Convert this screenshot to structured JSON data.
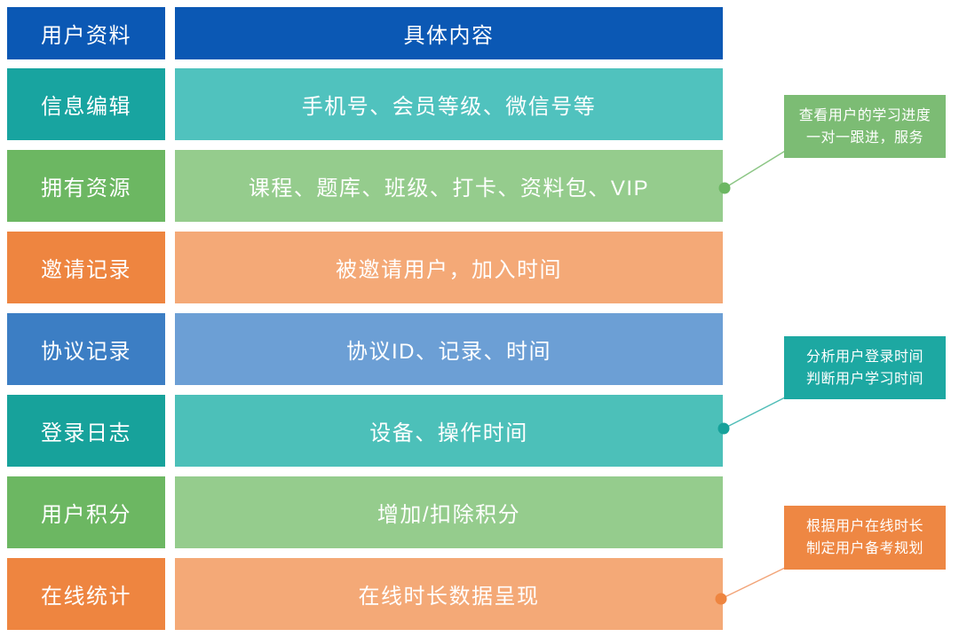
{
  "table": {
    "header": {
      "label": "用户资料",
      "content": "具体内容",
      "label_color": "#0b58b4",
      "content_color": "#0b58b4"
    },
    "rows": [
      {
        "label": "信息编辑",
        "content": "手机号、会员等级、微信号等",
        "label_color": "#18a4a0",
        "content_color": "#50c2be"
      },
      {
        "label": "拥有资源",
        "content": "课程、题库、班级、打卡、资料包、VIP",
        "label_color": "#6cb762",
        "content_color": "#95cc8d"
      },
      {
        "label": "邀请记录",
        "content": "被邀请用户，加入时间",
        "label_color": "#ee8540",
        "content_color": "#f4a977"
      },
      {
        "label": "协议记录",
        "content": "协议ID、记录、时间",
        "label_color": "#3c7ec4",
        "content_color": "#6c9fd5"
      },
      {
        "label": "登录日志",
        "content": "设备、操作时间",
        "label_color": "#17a29b",
        "content_color": "#4cc0b9"
      },
      {
        "label": "用户积分",
        "content": "增加/扣除积分",
        "label_color": "#6cb762",
        "content_color": "#95cc8d"
      },
      {
        "label": "在线统计",
        "content": "在线时长数据呈现",
        "label_color": "#ee8540",
        "content_color": "#f4a977"
      }
    ]
  },
  "annotations": [
    {
      "line1": "查看用户的学习进度",
      "line2": "一对一跟进，服务",
      "box_color": "#7cbc74",
      "line_color": "#8cc685",
      "dot_color": "#6cb762"
    },
    {
      "line1": "分析用户登录时间",
      "line2": "判断用户学习时间",
      "box_color": "#1da8a2",
      "line_color": "#4fbdb7",
      "dot_color": "#17a29b"
    },
    {
      "line1": "根据用户在线时长",
      "line2": "制定用户备考规划",
      "box_color": "#ee8743",
      "line_color": "#f2a478",
      "dot_color": "#ee8540"
    }
  ]
}
